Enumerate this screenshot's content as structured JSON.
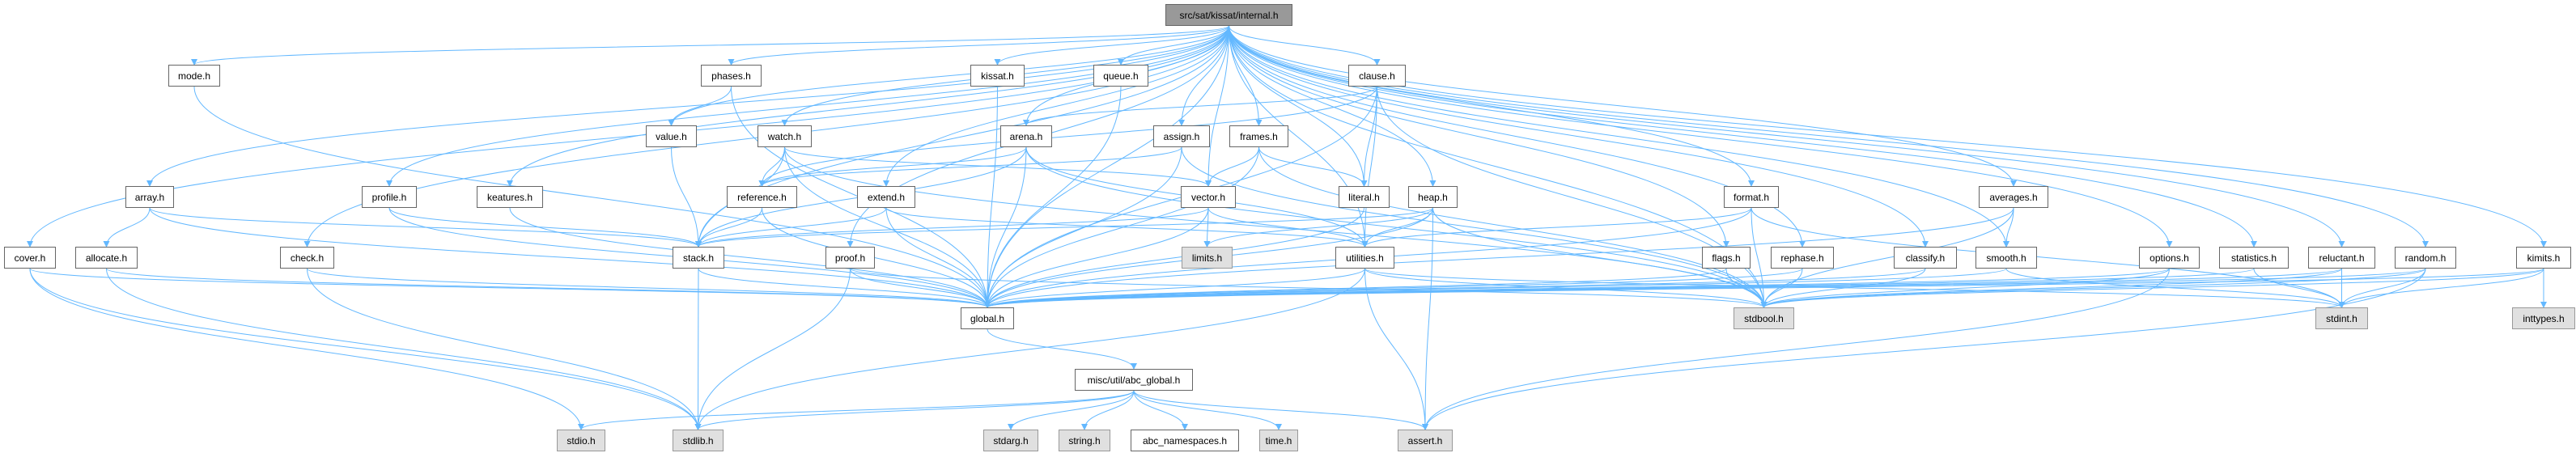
{
  "title": "src/sat/kissat/internal.h",
  "nodes": [
    {
      "id": "internal",
      "label": "src/sat/kissat/internal.h",
      "kind": "root"
    },
    {
      "id": "mode",
      "label": "mode.h",
      "kind": "local"
    },
    {
      "id": "phases",
      "label": "phases.h",
      "kind": "local"
    },
    {
      "id": "kissat",
      "label": "kissat.h",
      "kind": "local"
    },
    {
      "id": "queue",
      "label": "queue.h",
      "kind": "local"
    },
    {
      "id": "clause",
      "label": "clause.h",
      "kind": "local"
    },
    {
      "id": "value",
      "label": "value.h",
      "kind": "local"
    },
    {
      "id": "watch",
      "label": "watch.h",
      "kind": "local"
    },
    {
      "id": "arena",
      "label": "arena.h",
      "kind": "local"
    },
    {
      "id": "assign",
      "label": "assign.h",
      "kind": "local"
    },
    {
      "id": "frames",
      "label": "frames.h",
      "kind": "local"
    },
    {
      "id": "array",
      "label": "array.h",
      "kind": "local"
    },
    {
      "id": "profile",
      "label": "profile.h",
      "kind": "local"
    },
    {
      "id": "keatures",
      "label": "keatures.h",
      "kind": "local"
    },
    {
      "id": "reference",
      "label": "reference.h",
      "kind": "local"
    },
    {
      "id": "extend",
      "label": "extend.h",
      "kind": "local"
    },
    {
      "id": "vector",
      "label": "vector.h",
      "kind": "local"
    },
    {
      "id": "literal",
      "label": "literal.h",
      "kind": "local"
    },
    {
      "id": "heap",
      "label": "heap.h",
      "kind": "local"
    },
    {
      "id": "format",
      "label": "format.h",
      "kind": "local"
    },
    {
      "id": "averages",
      "label": "averages.h",
      "kind": "local"
    },
    {
      "id": "cover",
      "label": "cover.h",
      "kind": "local"
    },
    {
      "id": "allocate",
      "label": "allocate.h",
      "kind": "local"
    },
    {
      "id": "check",
      "label": "check.h",
      "kind": "local"
    },
    {
      "id": "stack",
      "label": "stack.h",
      "kind": "local"
    },
    {
      "id": "proof",
      "label": "proof.h",
      "kind": "local"
    },
    {
      "id": "limits",
      "label": "limits.h",
      "kind": "ext"
    },
    {
      "id": "utilities",
      "label": "utilities.h",
      "kind": "local"
    },
    {
      "id": "flags",
      "label": "flags.h",
      "kind": "local"
    },
    {
      "id": "rephase",
      "label": "rephase.h",
      "kind": "local"
    },
    {
      "id": "classify",
      "label": "classify.h",
      "kind": "local"
    },
    {
      "id": "smooth",
      "label": "smooth.h",
      "kind": "local"
    },
    {
      "id": "options",
      "label": "options.h",
      "kind": "local"
    },
    {
      "id": "statistics",
      "label": "statistics.h",
      "kind": "local"
    },
    {
      "id": "reluctant",
      "label": "reluctant.h",
      "kind": "local"
    },
    {
      "id": "random",
      "label": "random.h",
      "kind": "local"
    },
    {
      "id": "kimits",
      "label": "kimits.h",
      "kind": "local"
    },
    {
      "id": "global",
      "label": "global.h",
      "kind": "local"
    },
    {
      "id": "stdbool",
      "label": "stdbool.h",
      "kind": "ext"
    },
    {
      "id": "stdint",
      "label": "stdint.h",
      "kind": "ext"
    },
    {
      "id": "inttypes",
      "label": "inttypes.h",
      "kind": "ext"
    },
    {
      "id": "abc_global",
      "label": "misc/util/abc_global.h",
      "kind": "local"
    },
    {
      "id": "stdio",
      "label": "stdio.h",
      "kind": "ext"
    },
    {
      "id": "stdlib",
      "label": "stdlib.h",
      "kind": "ext"
    },
    {
      "id": "stdarg",
      "label": "stdarg.h",
      "kind": "ext"
    },
    {
      "id": "string",
      "label": "string.h",
      "kind": "ext"
    },
    {
      "id": "abc_namespaces",
      "label": "abc_namespaces.h",
      "kind": "local"
    },
    {
      "id": "time",
      "label": "time.h",
      "kind": "ext"
    },
    {
      "id": "assert",
      "label": "assert.h",
      "kind": "ext"
    }
  ],
  "edges": [
    [
      "internal",
      "mode"
    ],
    [
      "internal",
      "array"
    ],
    [
      "internal",
      "cover"
    ],
    [
      "internal",
      "check"
    ],
    [
      "internal",
      "profile"
    ],
    [
      "internal",
      "keatures"
    ],
    [
      "internal",
      "phases"
    ],
    [
      "internal",
      "value"
    ],
    [
      "internal",
      "watch"
    ],
    [
      "internal",
      "stack"
    ],
    [
      "internal",
      "global"
    ],
    [
      "internal",
      "extend"
    ],
    [
      "internal",
      "proof"
    ],
    [
      "internal",
      "kissat"
    ],
    [
      "internal",
      "queue"
    ],
    [
      "internal",
      "arena"
    ],
    [
      "internal",
      "assign"
    ],
    [
      "internal",
      "frames"
    ],
    [
      "internal",
      "vector"
    ],
    [
      "internal",
      "clause"
    ],
    [
      "internal",
      "literal"
    ],
    [
      "internal",
      "heap"
    ],
    [
      "internal",
      "utilities"
    ],
    [
      "internal",
      "format"
    ],
    [
      "internal",
      "flags"
    ],
    [
      "internal",
      "rephase"
    ],
    [
      "internal",
      "classify"
    ],
    [
      "internal",
      "averages"
    ],
    [
      "internal",
      "smooth"
    ],
    [
      "internal",
      "options"
    ],
    [
      "internal",
      "statistics"
    ],
    [
      "internal",
      "reluctant"
    ],
    [
      "internal",
      "random"
    ],
    [
      "internal",
      "kimits"
    ],
    [
      "internal",
      "stdbool"
    ],
    [
      "array",
      "allocate"
    ],
    [
      "array",
      "stack"
    ],
    [
      "array",
      "global"
    ],
    [
      "allocate",
      "global"
    ],
    [
      "allocate",
      "stdlib"
    ],
    [
      "cover",
      "stdio"
    ],
    [
      "cover",
      "stdlib"
    ],
    [
      "cover",
      "global"
    ],
    [
      "check",
      "global"
    ],
    [
      "check",
      "stdlib"
    ],
    [
      "profile",
      "stack"
    ],
    [
      "profile",
      "global"
    ],
    [
      "keatures",
      "global"
    ],
    [
      "mode",
      "global"
    ],
    [
      "phases",
      "value"
    ],
    [
      "phases",
      "global"
    ],
    [
      "value",
      "stack"
    ],
    [
      "watch",
      "reference"
    ],
    [
      "watch",
      "stack"
    ],
    [
      "watch",
      "vector"
    ],
    [
      "watch",
      "global"
    ],
    [
      "watch",
      "stdbool"
    ],
    [
      "arena",
      "reference"
    ],
    [
      "arena",
      "stack"
    ],
    [
      "arena",
      "utilities"
    ],
    [
      "arena",
      "global"
    ],
    [
      "arena",
      "stdbool"
    ],
    [
      "reference",
      "stack"
    ],
    [
      "reference",
      "global"
    ],
    [
      "extend",
      "stack"
    ],
    [
      "extend",
      "utilities"
    ],
    [
      "extend",
      "global"
    ],
    [
      "stack",
      "global"
    ],
    [
      "stack",
      "stdlib"
    ],
    [
      "proof",
      "global"
    ],
    [
      "proof",
      "stdbool"
    ],
    [
      "proof",
      "stdlib"
    ],
    [
      "kissat",
      "global"
    ],
    [
      "queue",
      "global"
    ],
    [
      "assign",
      "reference"
    ],
    [
      "assign",
      "global"
    ],
    [
      "assign",
      "stdbool"
    ],
    [
      "frames",
      "literal"
    ],
    [
      "frames",
      "global"
    ],
    [
      "frames",
      "stdbool"
    ],
    [
      "frames",
      "vector"
    ],
    [
      "vector",
      "limits"
    ],
    [
      "vector",
      "stack"
    ],
    [
      "vector",
      "utilities"
    ],
    [
      "vector",
      "global"
    ],
    [
      "clause",
      "arena"
    ],
    [
      "clause",
      "reference"
    ],
    [
      "clause",
      "literal"
    ],
    [
      "clause",
      "utilities"
    ],
    [
      "clause",
      "stdbool"
    ],
    [
      "clause",
      "global"
    ],
    [
      "literal",
      "global"
    ],
    [
      "heap",
      "stack"
    ],
    [
      "heap",
      "limits"
    ],
    [
      "heap",
      "utilities"
    ],
    [
      "heap",
      "assert"
    ],
    [
      "heap",
      "stdbool"
    ],
    [
      "heap",
      "global"
    ],
    [
      "utilities",
      "assert"
    ],
    [
      "utilities",
      "global"
    ],
    [
      "utilities",
      "stdbool"
    ],
    [
      "utilities",
      "stdlib"
    ],
    [
      "utilities",
      "stdint"
    ],
    [
      "format",
      "utilities"
    ],
    [
      "format",
      "global"
    ],
    [
      "format",
      "stdbool"
    ],
    [
      "format",
      "stdint"
    ],
    [
      "flags",
      "stdbool"
    ],
    [
      "flags",
      "global"
    ],
    [
      "rephase",
      "stdbool"
    ],
    [
      "rephase",
      "global"
    ],
    [
      "classify",
      "stdbool"
    ],
    [
      "classify",
      "global"
    ],
    [
      "averages",
      "smooth"
    ],
    [
      "averages",
      "global"
    ],
    [
      "averages",
      "stdbool"
    ],
    [
      "smooth",
      "stdint"
    ],
    [
      "smooth",
      "global"
    ],
    [
      "options",
      "global"
    ],
    [
      "options",
      "stdbool"
    ],
    [
      "options",
      "assert"
    ],
    [
      "statistics",
      "stdint"
    ],
    [
      "statistics",
      "global"
    ],
    [
      "reluctant",
      "stdint"
    ],
    [
      "reluctant",
      "global"
    ],
    [
      "reluctant",
      "stdbool"
    ],
    [
      "random",
      "stdint"
    ],
    [
      "random",
      "assert"
    ],
    [
      "random",
      "global"
    ],
    [
      "random",
      "stdbool"
    ],
    [
      "kimits",
      "inttypes"
    ],
    [
      "kimits",
      "stdint"
    ],
    [
      "kimits",
      "stdbool"
    ],
    [
      "kimits",
      "global"
    ],
    [
      "global",
      "abc_global"
    ],
    [
      "abc_global",
      "stdarg"
    ],
    [
      "abc_global",
      "string"
    ],
    [
      "abc_global",
      "abc_namespaces"
    ],
    [
      "abc_global",
      "time"
    ],
    [
      "abc_global",
      "assert"
    ],
    [
      "abc_global",
      "stdio"
    ],
    [
      "abc_global",
      "stdlib"
    ]
  ],
  "colors": {
    "edge": "#63b8ff",
    "root_fill": "#999999",
    "ext_fill": "#e0e0e0",
    "node_border": "#666666"
  }
}
